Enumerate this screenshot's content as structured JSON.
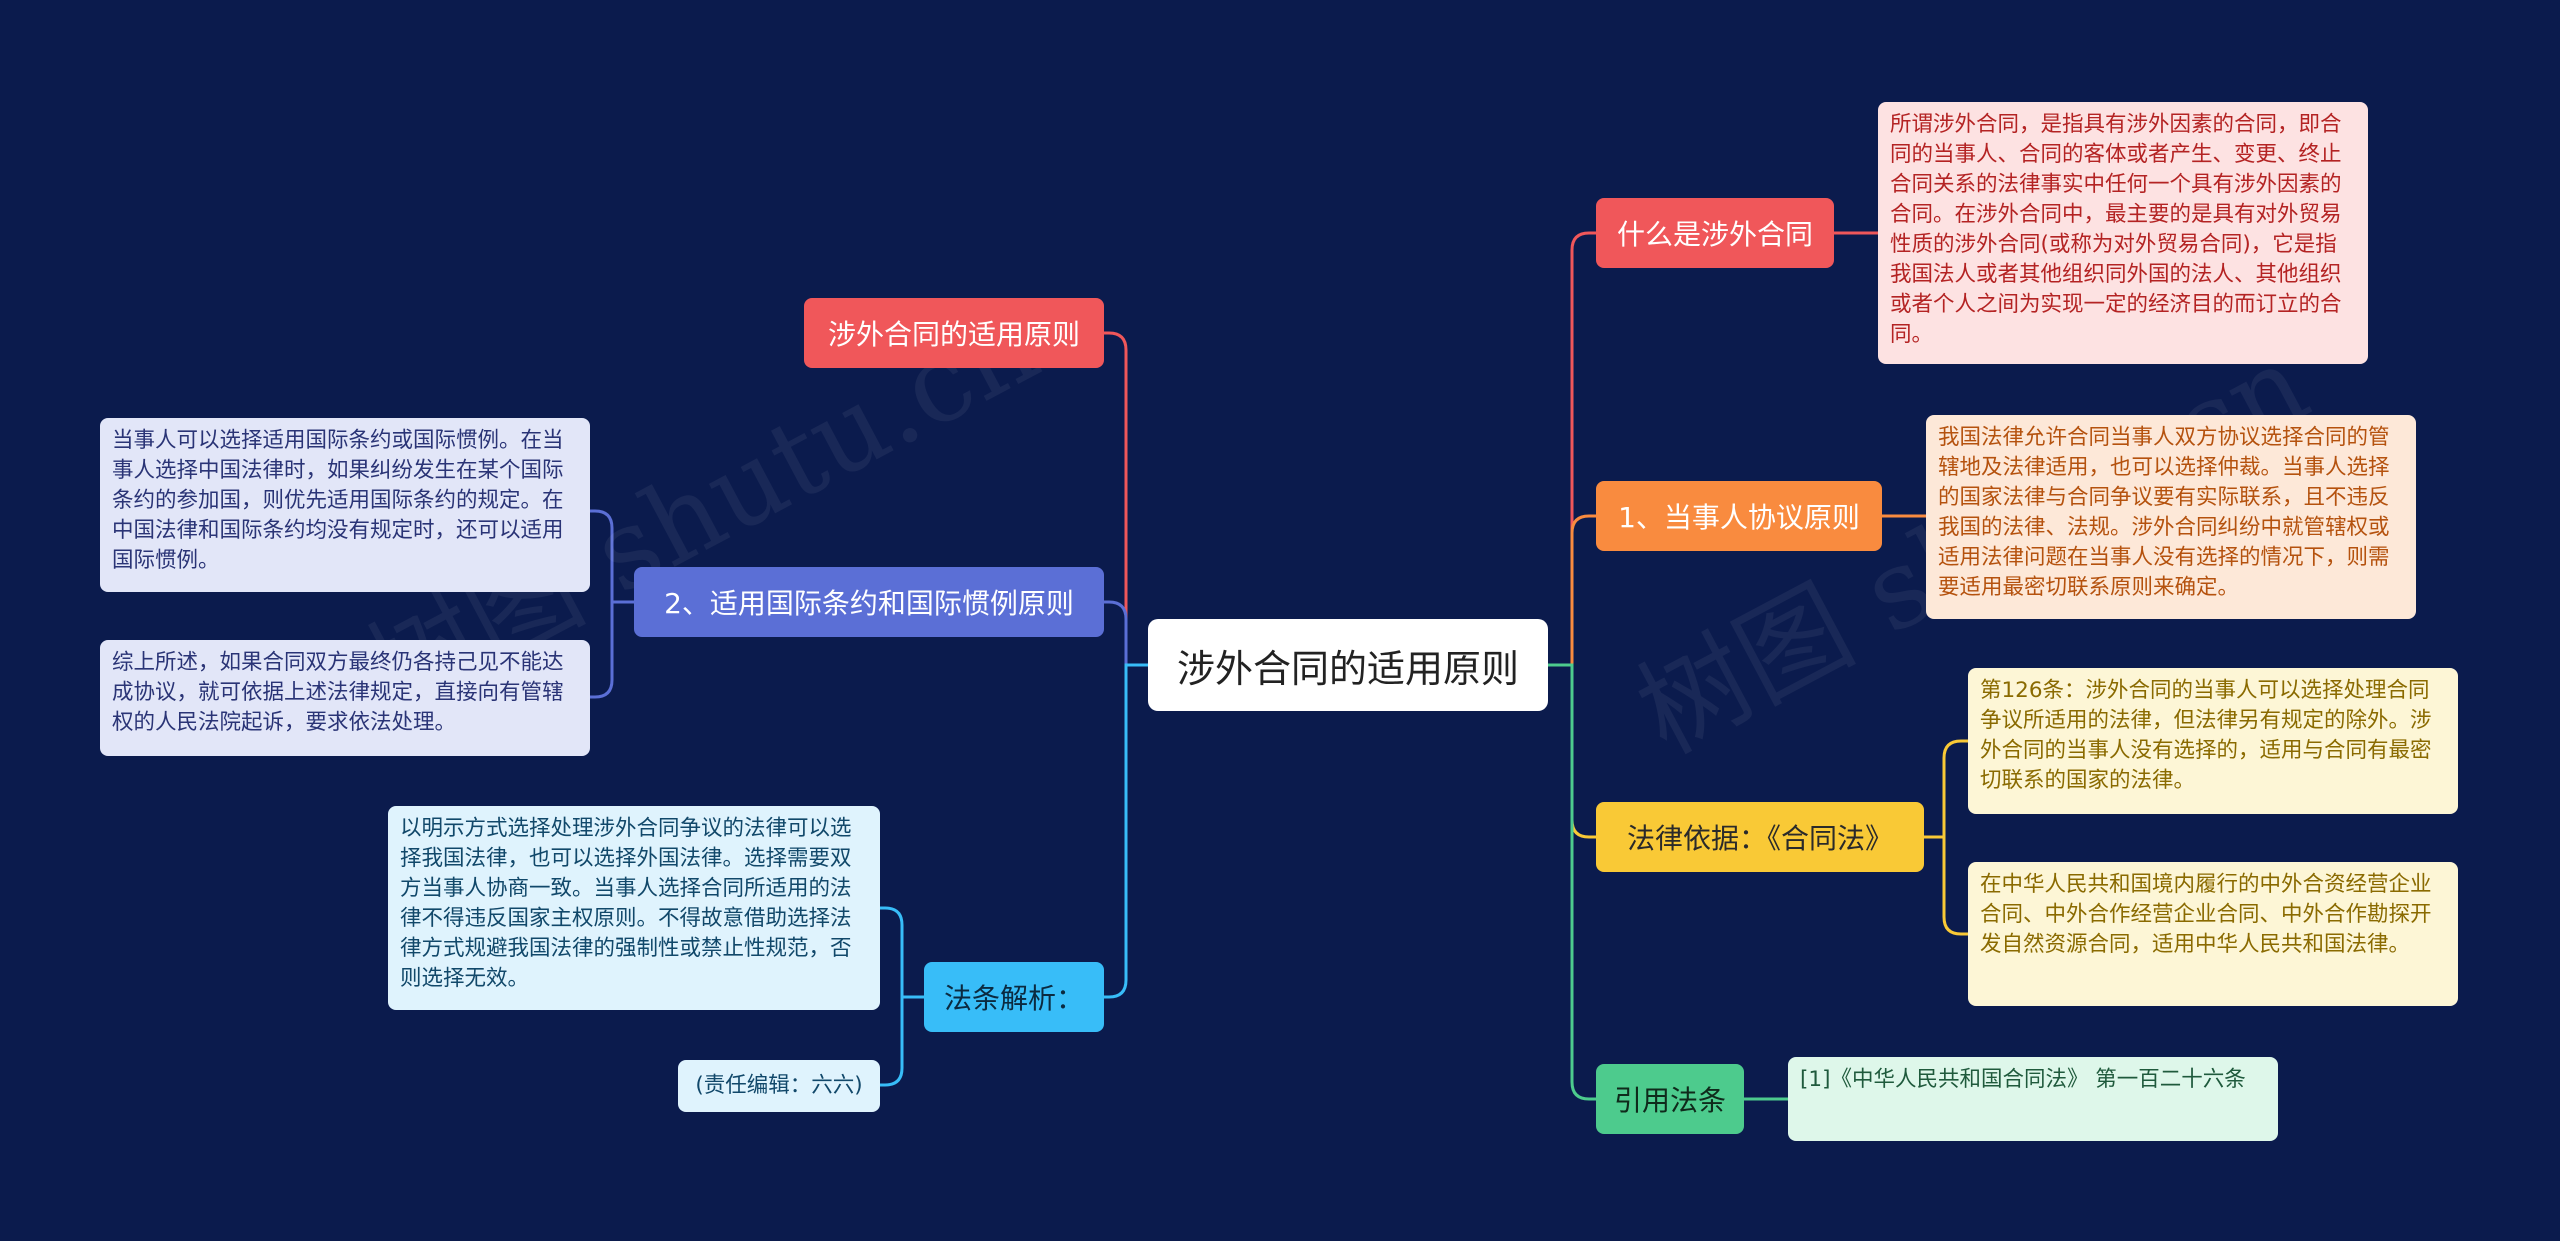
{
  "root": {
    "label": "涉外合同的适用原则"
  },
  "right": {
    "what": {
      "label": "什么是涉外合同",
      "note": "所谓涉外合同，是指具有涉外因素的合同，即合同的当事人、合同的客体或者产生、变更、终止合同关系的法律事实中任何一个具有涉外因素的合同。在涉外合同中，最主要的是具有对外贸易性质的涉外合同(或称为对外贸易合同)，它是指我国法人或者其他组织同外国的法人、其他组织或者个人之间为实现一定的经济目的而订立的合同。"
    },
    "agreement": {
      "label": "1、当事人协议原则",
      "note": "我国法律允许合同当事人双方协议选择合同的管辖地及法律适用，也可以选择仲裁。当事人选择的国家法律与合同争议要有实际联系，且不违反我国的法律、法规。涉外合同纠纷中就管辖权或适用法律问题在当事人没有选择的情况下，则需要适用最密切联系原则来确定。"
    },
    "basis": {
      "label": "法律依据：《合同法》",
      "note1": "第126条：涉外合同的当事人可以选择处理合同争议所适用的法律，但法律另有规定的除外。涉外合同的当事人没有选择的，适用与合同有最密切联系的国家的法律。",
      "note2": "在中华人民共和国境内履行的中外合资经营企业合同、中外合作经营企业合同、中外合作勘探开发自然资源合同，适用中华人民共和国法律。"
    },
    "cite": {
      "label": "引用法条",
      "note": "[1]《中华人民共和国合同法》 第一百二十六条"
    }
  },
  "left": {
    "title": {
      "label": "涉外合同的适用原则"
    },
    "treaty": {
      "label": "2、适用国际条约和国际惯例原则",
      "note1": "当事人可以选择适用国际条约或国际惯例。在当事人选择中国法律时，如果纠纷发生在某个国际条约的参加国，则优先适用国际条约的规定。在中国法律和国际条约均没有规定时，还可以适用国际惯例。",
      "note2": "综上所述，如果合同双方最终仍各持己见不能达成协议，就可依据上述法律规定，直接向有管辖权的人民法院起诉，要求依法处理。"
    },
    "analysis": {
      "label": "法条解析：",
      "note1": "以明示方式选择处理涉外合同争议的法律可以选择我国法律，也可以选择外国法律。选择需要双方当事人协商一致。当事人选择合同所适用的法律不得违反国家主权原则。不得故意借助选择法律方式规避我国法律的强制性或禁止性规范，否则选择无效。",
      "note2": "(责任编辑：六六)"
    }
  },
  "colors": {
    "background": "#0b1b4d",
    "red": "#f0575a",
    "orange": "#f98b3f",
    "yellow": "#f9c936",
    "green": "#4dcb8d",
    "indigo": "#5b6fd6",
    "sky": "#38bdf8"
  }
}
